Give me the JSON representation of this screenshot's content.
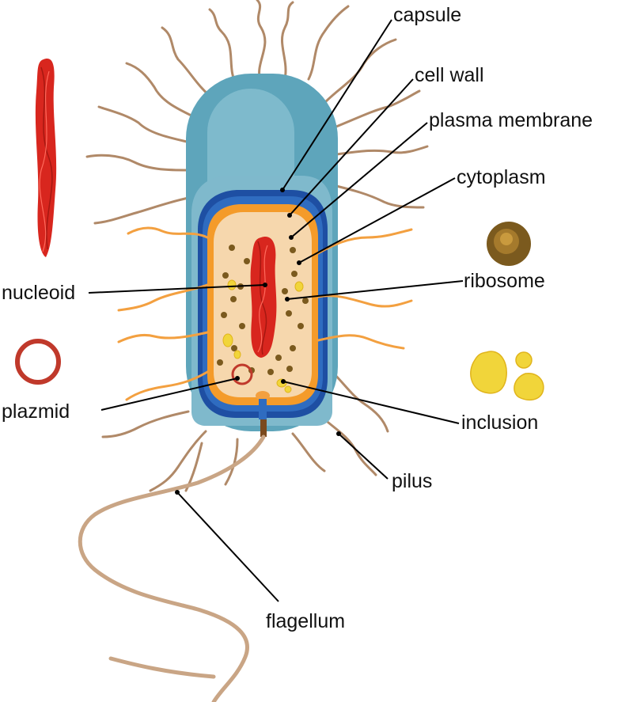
{
  "labels": {
    "capsule": "capsule",
    "cell_wall": "cell wall",
    "plasma_membrane": "plasma membrane",
    "cytoplasm": "cytoplasm",
    "ribosome": "ribosome",
    "inclusion": "inclusion",
    "pilus": "pilus",
    "flagellum": "flagellum",
    "nucleoid": "nucleoid",
    "plazmid": "plazmid"
  },
  "colors": {
    "capsule": "#5ea5bb",
    "capsule_light": "#8cc3d3",
    "cell_wall": "#1e4fa3",
    "membrane": "#f49b2a",
    "cytoplasm": "#f6d7ad",
    "nucleoid": "#d8261e",
    "ribosome": "#7b5a1e",
    "inclusion": "#f1d53a",
    "pilus": "#b08968",
    "pilus_inner": "#f3a040",
    "flagellum": "#c9a585",
    "leader": "#000000"
  }
}
